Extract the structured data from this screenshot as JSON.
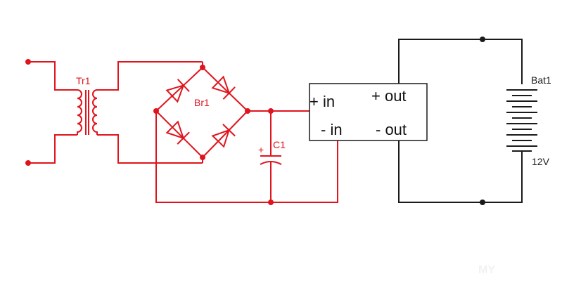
{
  "labels": {
    "transformer": "Tr1",
    "bridge": "Br1",
    "capacitor": "C1",
    "capacitor_polarity": "+",
    "battery": "Bat1",
    "battery_voltage": "12V"
  },
  "module": {
    "plus_in": "+ in",
    "minus_in": "- in",
    "plus_out": "+ out",
    "minus_out": "- out"
  },
  "watermark": "MY",
  "colors": {
    "circuit_red": "#e0141c",
    "circuit_black": "#1a1a1a"
  }
}
